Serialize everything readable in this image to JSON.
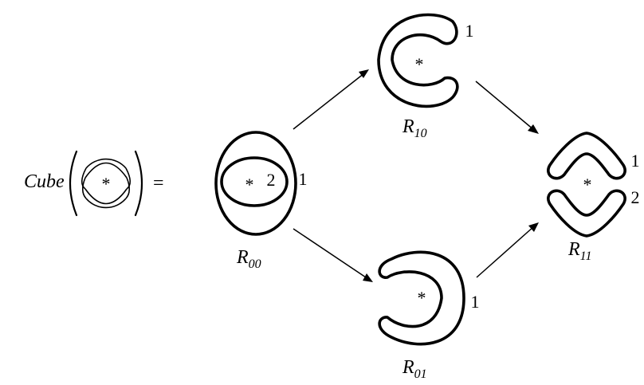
{
  "lhs": {
    "operator": "Cube",
    "equals": "=",
    "star": "*"
  },
  "states": [
    {
      "id": "R00",
      "base": "R",
      "sub": "00",
      "star": "*",
      "components": [
        "2",
        "1"
      ]
    },
    {
      "id": "R10",
      "base": "R",
      "sub": "10",
      "star": "*",
      "components": [
        "1"
      ]
    },
    {
      "id": "R01",
      "base": "R",
      "sub": "01",
      "star": "*",
      "components": [
        "1"
      ]
    },
    {
      "id": "R11",
      "base": "R",
      "sub": "11",
      "star": "*",
      "components": [
        "1",
        "2"
      ]
    }
  ],
  "edges": [
    {
      "from": "R00",
      "to": "R10"
    },
    {
      "from": "R00",
      "to": "R01"
    },
    {
      "from": "R10",
      "to": "R11"
    },
    {
      "from": "R01",
      "to": "R11"
    }
  ]
}
